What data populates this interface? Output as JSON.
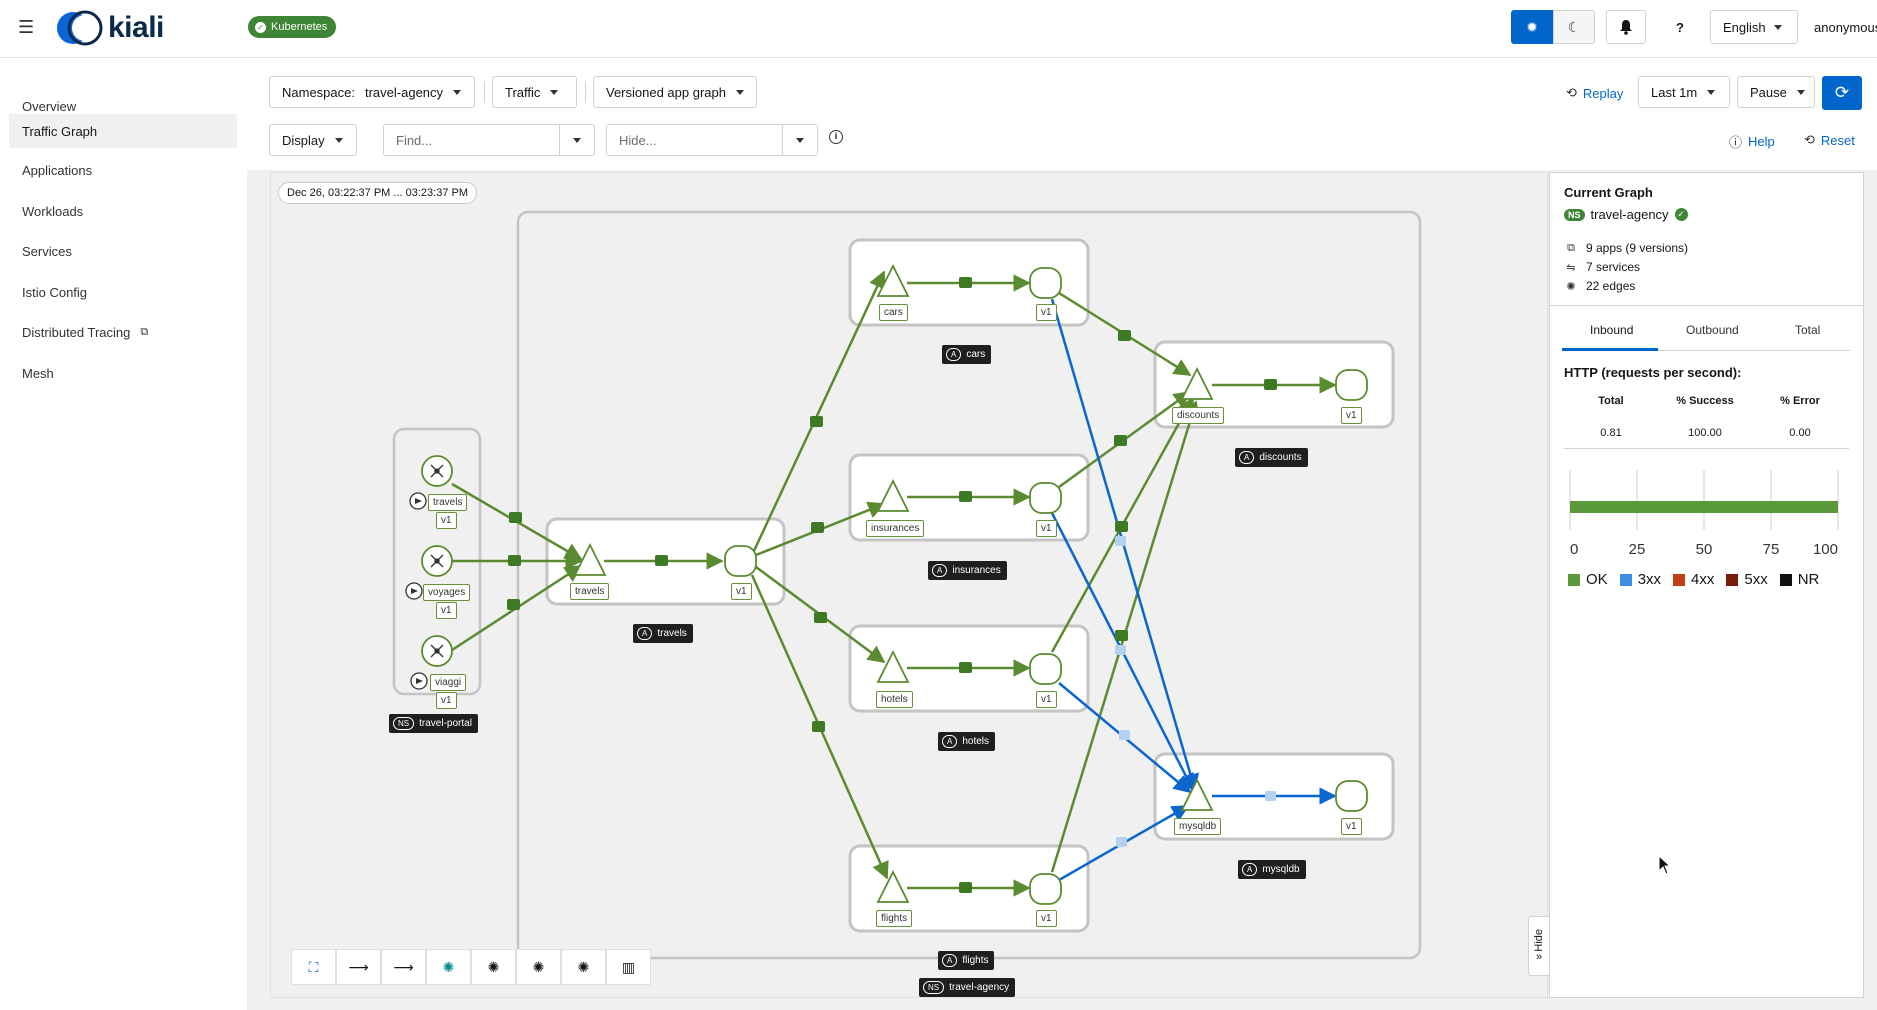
{
  "app": {
    "brand": "kiali",
    "cluster_badge": "Kubernetes",
    "user": "anonymous",
    "language": "English"
  },
  "nav": [
    "Overview",
    "Traffic Graph",
    "Applications",
    "Workloads",
    "Services",
    "Istio Config",
    "Distributed Tracing",
    "Mesh"
  ],
  "toolbar": {
    "namespace_label": "Namespace:",
    "namespace_value": "travel-agency",
    "traffic": "Traffic",
    "graph_type": "Versioned app graph",
    "display": "Display",
    "find_placeholder": "Find...",
    "hide_placeholder": "Hide...",
    "replay": "Replay",
    "duration": "Last 1m",
    "refresh": "Pause",
    "help": "Help",
    "reset": "Reset"
  },
  "graph": {
    "timestamp": "Dec 26, 03:22:37 PM ... 03:23:37 PM",
    "nodes": {
      "travels_app": "travels",
      "travels_v1": "v1",
      "cars_app": "cars",
      "cars_v1": "v1",
      "insurances_app": "insurances",
      "insurances_v1": "v1",
      "hotels_app": "hotels",
      "hotels_v1": "v1",
      "flights_app": "flights",
      "flights_v1": "v1",
      "discounts_app": "discounts",
      "discounts_v1": "v1",
      "mysqldb_app": "mysqldb",
      "mysqldb_v1": "v1",
      "portal_travels": "travels",
      "portal_travels_v1": "v1",
      "portal_voyages": "voyages",
      "portal_voyages_v1": "v1",
      "portal_viaggi": "viaggi",
      "portal_viaggi_v1": "v1"
    },
    "boxes": {
      "travels": "travels",
      "cars": "cars",
      "insurances": "insurances",
      "hotels": "hotels",
      "flights": "flights",
      "discounts": "discounts",
      "mysqldb": "mysqldb"
    },
    "box_badge": "A",
    "ns_badge": "NS",
    "ns_portal": "travel-portal",
    "ns_agency": "travel-agency",
    "colors": {
      "healthy": "#5b8b30",
      "tcp": "#0b66d0"
    }
  },
  "side_panel": {
    "title": "Current Graph",
    "namespace": "travel-agency",
    "apps": "9 apps (9 versions)",
    "services": "7 services",
    "edges": "22 edges",
    "tabs": [
      "Inbound",
      "Outbound",
      "Total"
    ],
    "http_title": "HTTP (requests per second):",
    "table_headers": [
      "Total",
      "% Success",
      "% Error"
    ],
    "table_values": [
      "0.81",
      "100.00",
      "0.00"
    ],
    "chart_ticks": [
      "0",
      "25",
      "50",
      "75",
      "100"
    ],
    "ok_percent": 100,
    "legend": [
      {
        "label": "OK",
        "color": "#5b9a3a"
      },
      {
        "label": "3xx",
        "color": "#3c8ee0"
      },
      {
        "label": "4xx",
        "color": "#c13f14"
      },
      {
        "label": "5xx",
        "color": "#7a1d0e"
      },
      {
        "label": "NR",
        "color": "#111111"
      }
    ]
  },
  "hide_tab": "Hide"
}
